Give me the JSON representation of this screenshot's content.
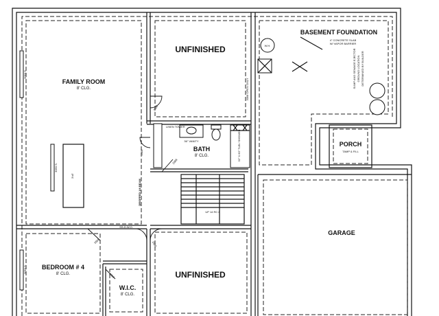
{
  "rooms": {
    "family_room": {
      "name": "FAMILY ROOM",
      "ceiling": "8' CLG."
    },
    "unfinished_top": {
      "name": "UNFINISHED"
    },
    "unfinished_bottom": {
      "name": "UNFINISHED"
    },
    "basement_foundation": {
      "name": "BASEMENT FOUNDATION",
      "note_line1": "4\" CONCRETE SLAB",
      "note_line2": "W/ VAPOR BARRIER"
    },
    "bath": {
      "name": "BATH",
      "ceiling": "8' CLG."
    },
    "porch": {
      "name": "PORCH",
      "note": "TAMP & FILL"
    },
    "garage": {
      "name": "GARAGE"
    },
    "bedroom_4": {
      "name": "BEDROOM # 4",
      "ceiling": "8' CLG."
    },
    "wic": {
      "name": "W.I.C.",
      "ceiling": "8' CLG."
    }
  },
  "labels": {
    "water_heater": "W.H.",
    "linen_tower": "LINEN TOWER",
    "vanity": "36\" VANITY",
    "shower": "32\" X 60\" TUB / SHOWER",
    "stairs": "UP 14 RC 8",
    "beam": "DROPPED 1/4 BEAM",
    "header": "SS-D.W.O.",
    "opening": "3068 OPEN ONLY",
    "sump_line1": "SUMP AND SEWAGE EJECTOR",
    "sump_line2": "GROUND LOCATION",
    "sump_line3": "DETERMINED BY BUILDER",
    "window_left_top": "3050 S.",
    "window_left_bottom": "3050 S.",
    "window_bedroom": "3050 S.",
    "door_family": "2668",
    "door_bath_left": "2468",
    "door_bath_right": "2468",
    "door_bedroom": "2668",
    "door_bedroom_right": "2668",
    "door_wic": "2068",
    "fireplace": "3'x5'"
  },
  "colors": {
    "line": "#111111",
    "background": "#ffffff"
  }
}
